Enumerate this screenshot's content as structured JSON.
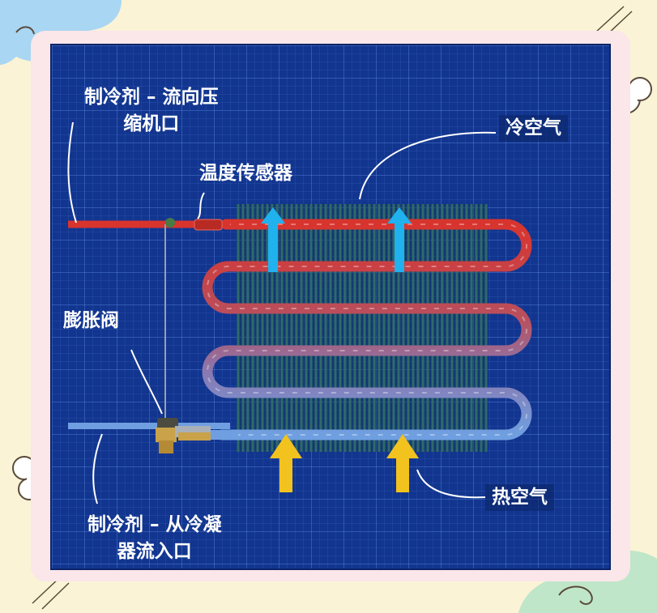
{
  "labels": {
    "refrigerant_to_compressor_line1": "制冷剂 – 流向压",
    "refrigerant_to_compressor_line2": "缩机口",
    "temperature_sensor": "温度传感器",
    "cold_air": "冷空气",
    "expansion_valve": "膨胀阀",
    "hot_air": "热空气",
    "refrigerant_from_condenser_line1": "制冷剂 – 从冷凝",
    "refrigerant_from_condenser_line2": "器流入口"
  },
  "colors": {
    "background": "#fbf3d6",
    "frame": "#fbe6ea",
    "blueprint": "#12358f",
    "hot_pipe": "#d8342e",
    "cold_pipe": "#6f9fe0",
    "cold_arrow": "#1fb2ee",
    "hot_arrow": "#f2c21e",
    "fins": "#2f6a6a"
  }
}
